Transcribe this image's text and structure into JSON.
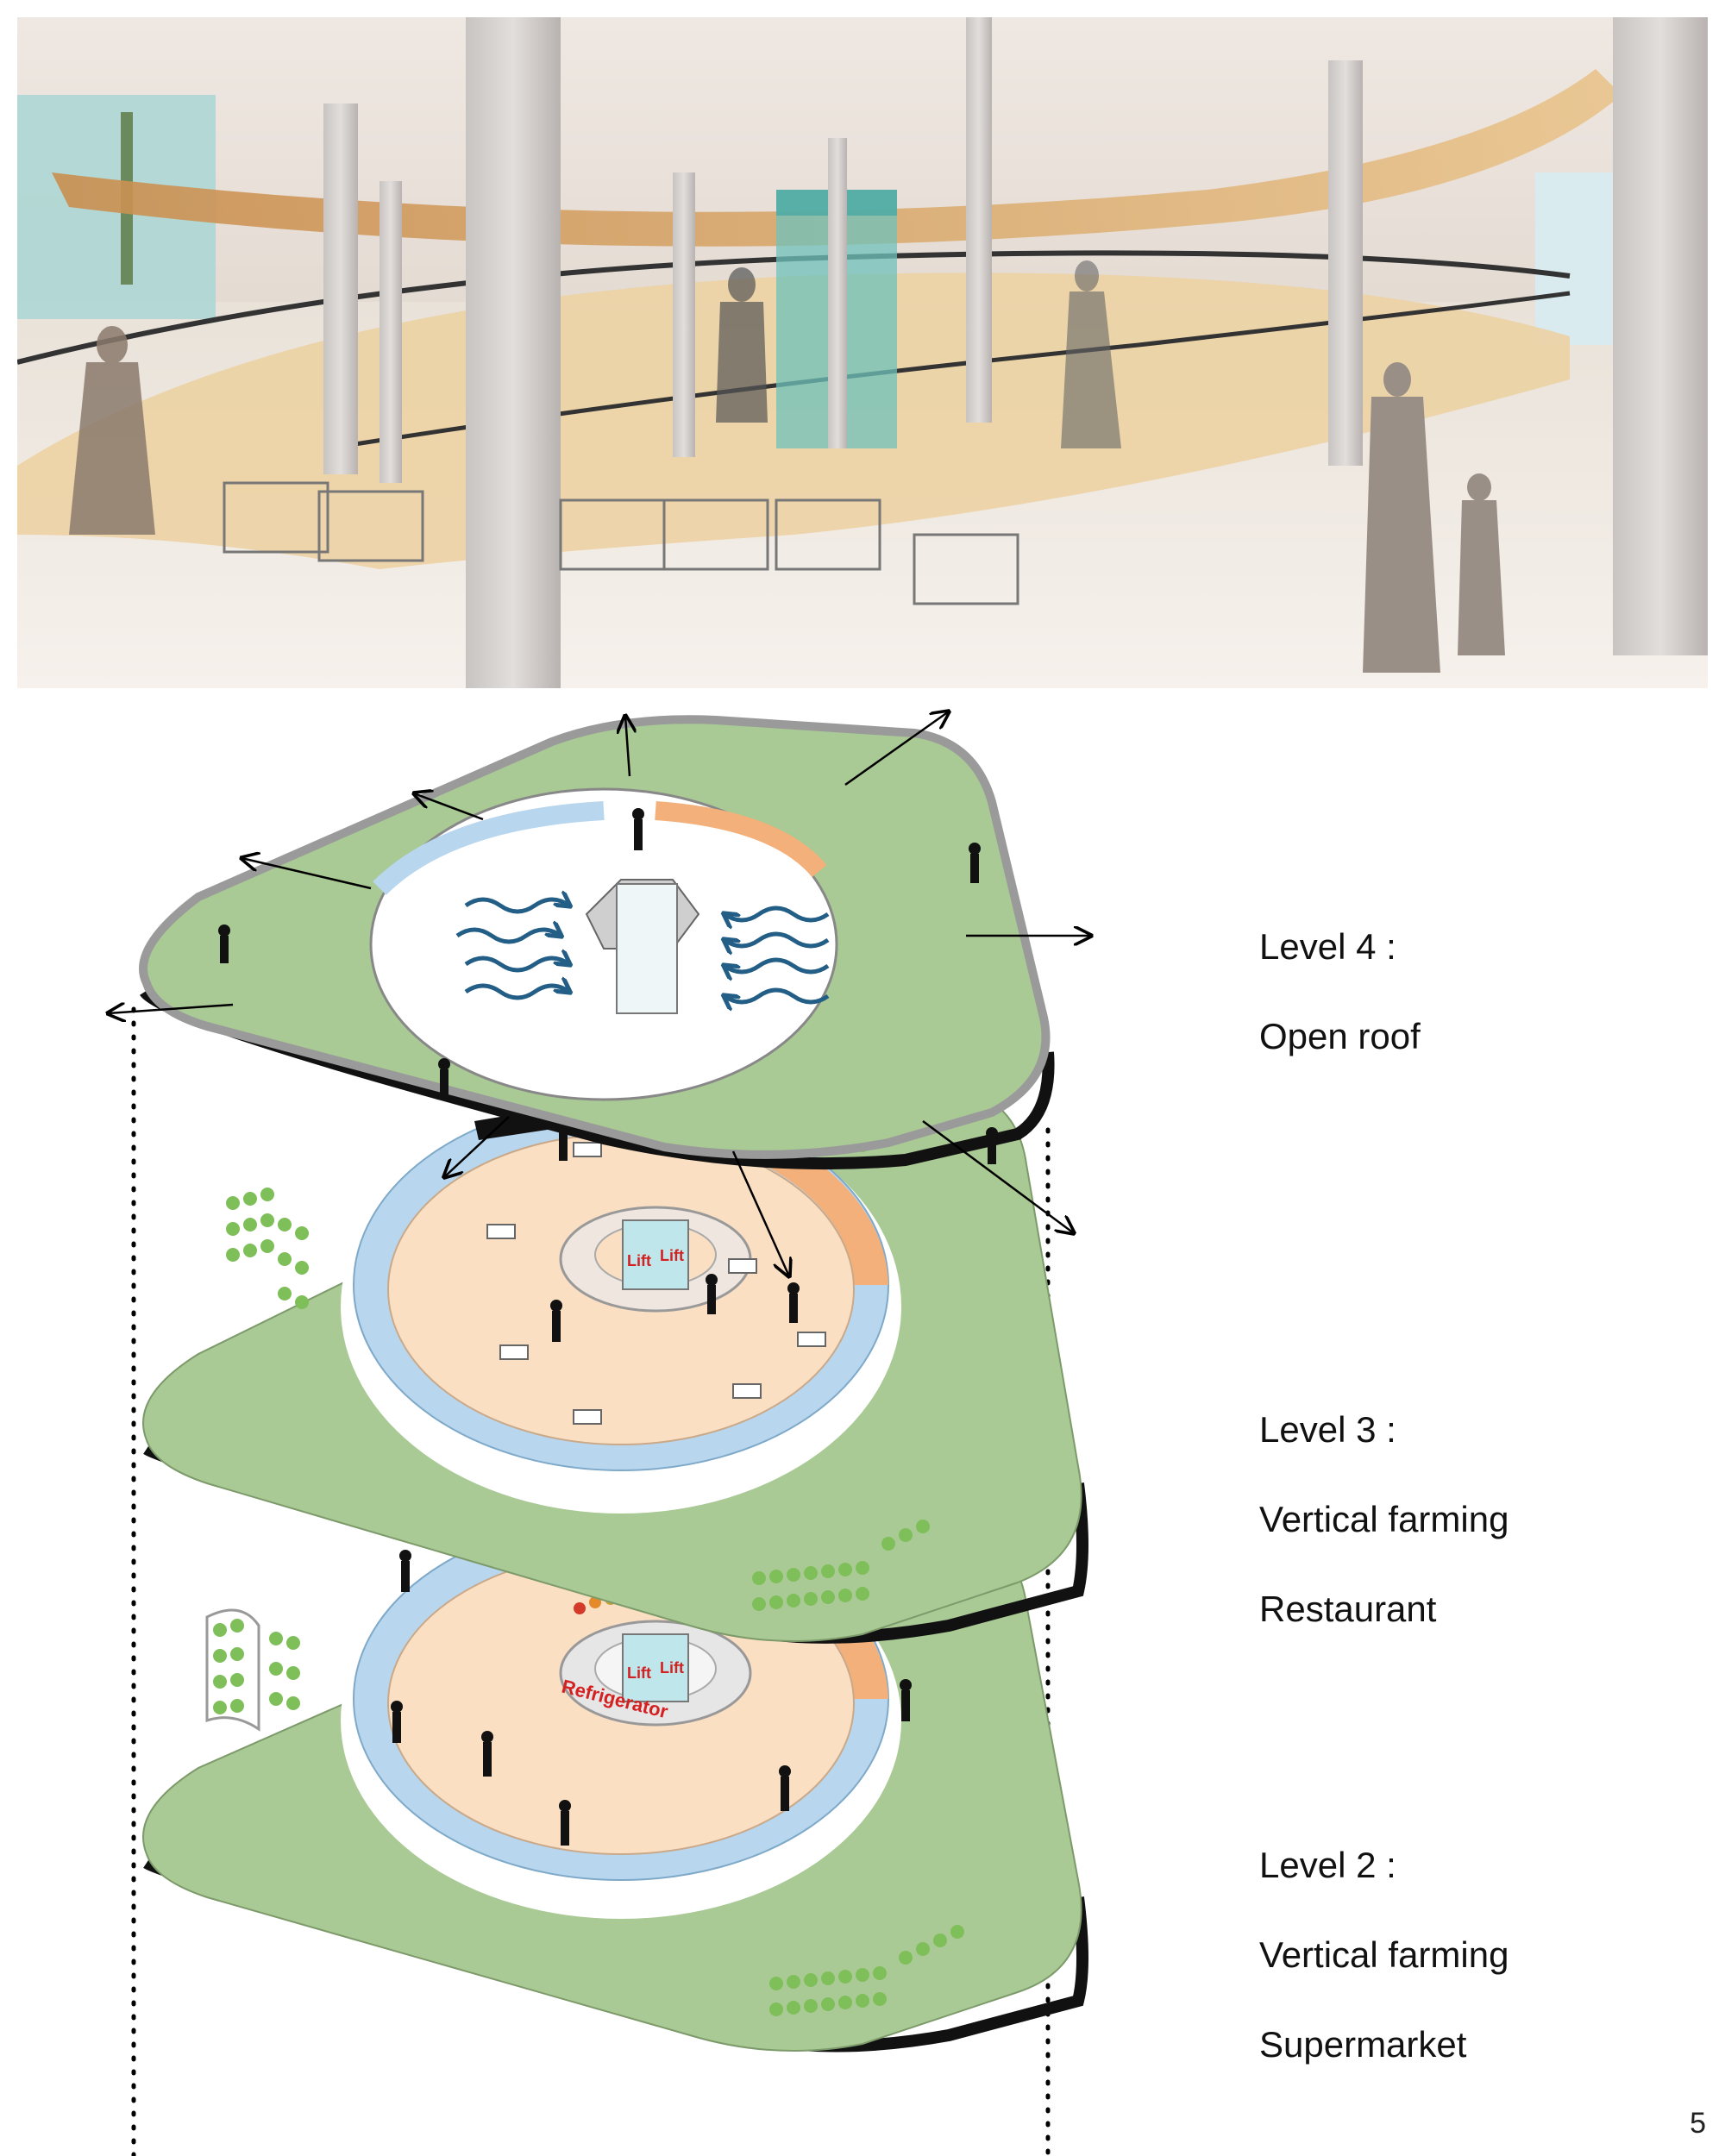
{
  "levels": [
    {
      "title": "Level 4 :",
      "lines": [
        "Open roof"
      ]
    },
    {
      "title": "Level 3 :",
      "lines": [
        "Vertical farming",
        "Restaurant"
      ]
    },
    {
      "title": "Level 2 :",
      "lines": [
        "Vertical farming",
        "Supermarket"
      ]
    }
  ],
  "signs": {
    "lift": "Lift",
    "refrigerator": "Refrigerator"
  },
  "page_number": "5",
  "colors": {
    "floor_green": "#a9c995",
    "ramp_blue": "#b8d6ee",
    "ramp_orange": "#f3b07a",
    "floor_peach": "#fbdfc3",
    "wind_arrows": "#235e86",
    "slab_edge": "#111111",
    "lift_text": "#d42020",
    "lift_glass": "#bfe6ea"
  }
}
